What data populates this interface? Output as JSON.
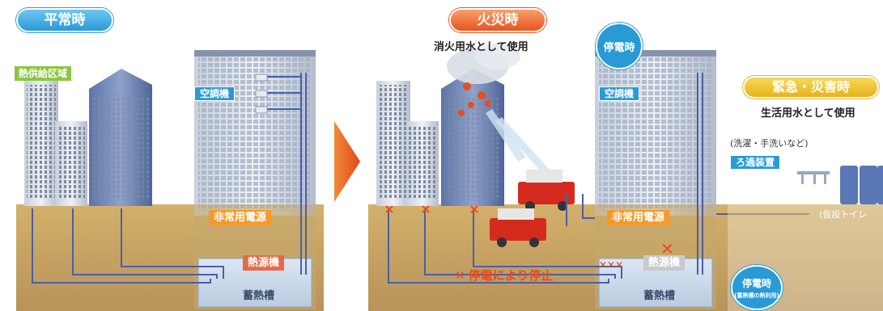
{
  "normal": {
    "title": "平常時",
    "district_label": "熱供給区域",
    "ac_label": "空調機",
    "emergency_power_label": "非常用電源",
    "heat_source_label": "熱源機",
    "tank_label": "蓄熱槽"
  },
  "fire": {
    "title": "火災時",
    "subtitle": "消火用水として使用",
    "outage_bubble": "停電時",
    "ac_label": "空調機",
    "emergency_power_label": "非常用電源",
    "heat_source_label": "熱源機",
    "tank_label": "蓄熱槽",
    "stop_notice": "停電により停止",
    "stop_mark": "✕",
    "cross_marks": "✕✕✕",
    "outage_bubble2_title": "停電時",
    "outage_bubble2_sub": "(蓄熱槽の熱利用)"
  },
  "emergency": {
    "title": "緊急・災害時",
    "subtitle": "生活用水として使用",
    "usage_note": "(洗濯・手洗いなど)",
    "filter_label": "ろ過装置",
    "toilet_label": "(仮設トイレ"
  },
  "colors": {
    "blue": "#2a9ad6",
    "orange": "#f39a2b",
    "red": "#e94e1b",
    "yellow": "#f2c21b",
    "green": "#8cc63f",
    "ground": "#c9a45e",
    "pipe": "#4a5fa8"
  },
  "icons": [
    "arrow-right-icon",
    "fire-icon",
    "fire-truck-icon",
    "cross-icon",
    "water-tap-icon",
    "portable-toilet-icon"
  ]
}
